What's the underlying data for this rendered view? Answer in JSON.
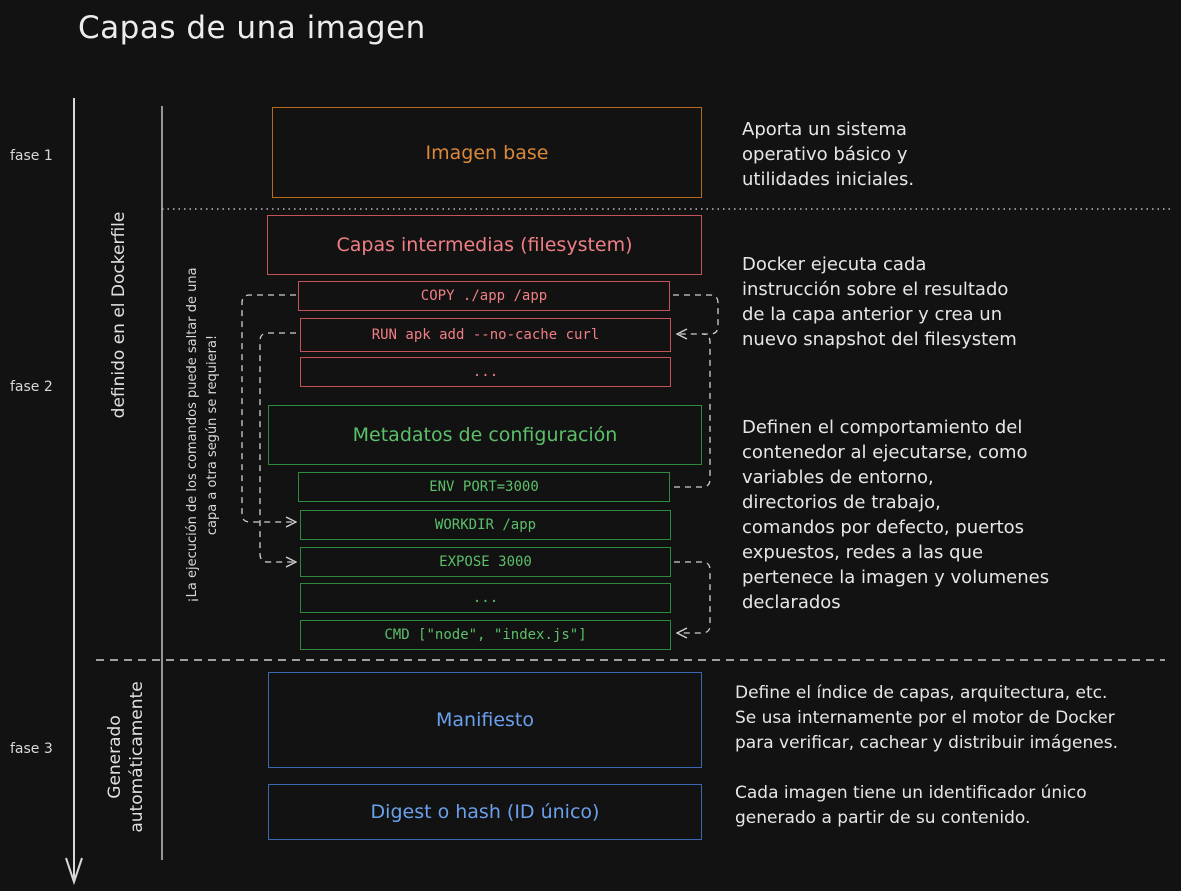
{
  "title": "Capas de una imagen",
  "phases": [
    "fase 1",
    "fase 2",
    "fase 3"
  ],
  "side_labels": {
    "dockerfile": "definido en el Dockerfile",
    "generated_line1": "Generado",
    "generated_line2": "automáticamente",
    "note_line1": "¡La ejecución de los comandos puede saltar de una",
    "note_line2": "capa a otra según se requiera!"
  },
  "layers": {
    "base": "Imagen base",
    "intermediate": "Capas intermedias (filesystem)",
    "copy": "COPY ./app /app",
    "run": "RUN apk add --no-cache curl",
    "ellipsis1": "...",
    "metadata": "Metadatos de configuración",
    "env": "ENV PORT=3000",
    "workdir": "WORKDIR /app",
    "expose": "EXPOSE 3000",
    "ellipsis2": "...",
    "cmd": "CMD [\"node\", \"index.js\"]",
    "manifest": "Manifiesto",
    "digest": "Digest o hash (ID único)"
  },
  "descriptions": {
    "base": [
      "Aporta un sistema",
      "operativo básico y",
      "utilidades iniciales."
    ],
    "intermediate": [
      "Docker ejecuta cada",
      "instrucción sobre el resultado",
      "de la capa anterior y crea un",
      "nuevo snapshot del filesystem"
    ],
    "metadata": [
      "Definen el comportamiento del",
      "contenedor al ejecutarse, como",
      "variables de entorno,",
      "directorios de trabajo,",
      "comandos por defecto, puertos",
      "expuestos, redes a las que",
      "pertenece la imagen y volumenes",
      "declarados"
    ],
    "manifest": [
      "Define el índice de capas, arquitectura, etc.",
      "Se usa internamente por el motor de Docker",
      "para verificar, cachear y distribuir imágenes."
    ],
    "digest": [
      "Cada imagen tiene un identificador único",
      "generado a partir de su contenido."
    ]
  },
  "colors": {
    "background": "#121212",
    "base": "#d9893a",
    "intermediate": "#ef7f85",
    "metadata": "#5cbf6a",
    "generated": "#6aa0ec",
    "lines": "#d0d0d0"
  }
}
